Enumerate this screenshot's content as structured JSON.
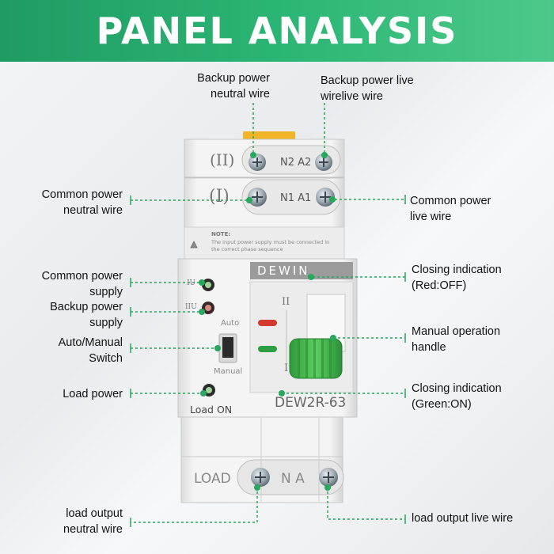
{
  "banner": {
    "title": "PANEL ANALYSIS"
  },
  "colors": {
    "accent": "#2bb574",
    "leader": "#26a85e",
    "device_body": "#f1f1f1",
    "handle": "#3ab54a",
    "red_led": "#d23a2e",
    "green_led": "#2e9e43"
  },
  "labels": {
    "backup_neutral": [
      "Backup power",
      "neutral wire"
    ],
    "backup_live": [
      "Backup power live",
      "wirelive wire"
    ],
    "common_neutral": [
      "Common power",
      "neutral wire"
    ],
    "common_live": [
      "Common power",
      "live wire"
    ],
    "common_supply": [
      "Common power",
      "supply"
    ],
    "backup_supply": [
      "Backup power",
      "supply"
    ],
    "auto_manual": [
      "Auto/Manual",
      "Switch"
    ],
    "load_power": "Load power",
    "closing_off": [
      "Closing indication",
      "(Red:OFF)"
    ],
    "manual_handle": [
      "Manual operation",
      "handle"
    ],
    "closing_on": [
      "Closing indication",
      "(Green:ON)"
    ],
    "load_neutral": [
      "load output",
      "neutral wire"
    ],
    "load_live": "load output live wire"
  },
  "device": {
    "row2_mark": "(II)",
    "row2_terminals": "N2 A2",
    "row1_mark": "(I)",
    "row1_terminals": "N1 A1",
    "note_title": "NOTE:",
    "note_text": [
      "The input power supply must be connected in",
      "the correct phase sequence"
    ],
    "brand": "DEWIN",
    "model": "DEW2R-63",
    "ind_1": "IU",
    "ind_2": "IIU",
    "auto": "Auto",
    "manual": "Manual",
    "load_on": "Load ON",
    "pos_2": "II",
    "pos_1": "I",
    "load": "LOAD",
    "na": "N A"
  }
}
